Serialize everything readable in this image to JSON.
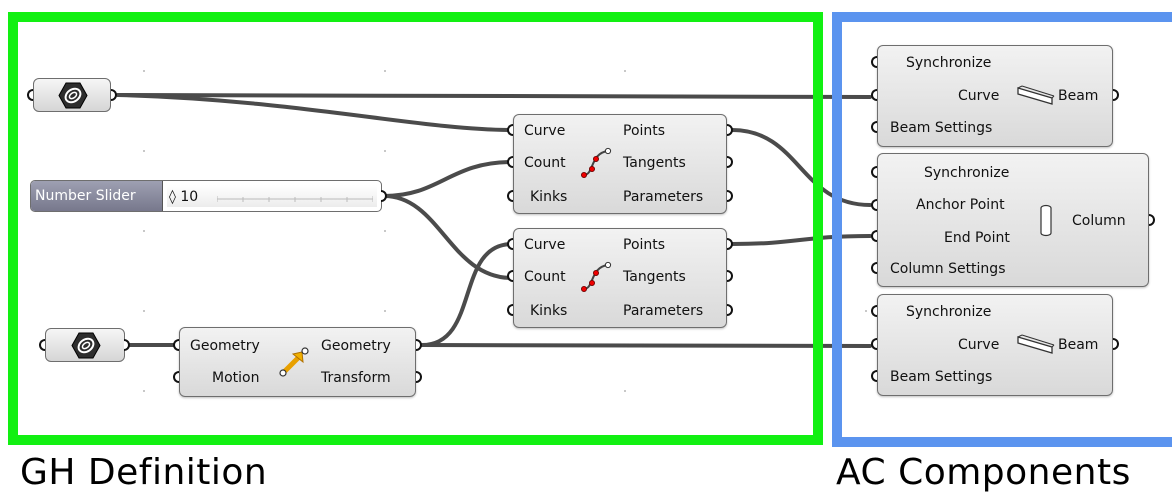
{
  "frames": {
    "gh_label": "GH Definition",
    "ac_label": "AC Components",
    "gh_color": "#12f012",
    "ac_color": "#5b94ef"
  },
  "slider": {
    "label": "Number Slider",
    "value": "◊ 10"
  },
  "divide_1": {
    "inputs": [
      "Curve",
      "Count",
      "Kinks"
    ],
    "outputs": [
      "Points",
      "Tangents",
      "Parameters"
    ]
  },
  "divide_2": {
    "inputs": [
      "Curve",
      "Count",
      "Kinks"
    ],
    "outputs": [
      "Points",
      "Tangents",
      "Parameters"
    ]
  },
  "move": {
    "inputs": [
      "Geometry",
      "Motion"
    ],
    "outputs": [
      "Geometry",
      "Transform"
    ]
  },
  "beam_1": {
    "inputs": [
      "Synchronize",
      "Curve",
      "Beam Settings"
    ],
    "output": "Beam"
  },
  "column": {
    "inputs": [
      "Synchronize",
      "Anchor Point",
      "End Point",
      "Column Settings"
    ],
    "output": "Column"
  },
  "beam_2": {
    "inputs": [
      "Synchronize",
      "Curve",
      "Beam Settings"
    ],
    "output": "Beam"
  },
  "icons": {
    "geometry_param": "geometry-param-icon",
    "divide": "divide-curve-icon",
    "move": "move-icon",
    "beam": "beam-icon",
    "column": "column-icon"
  }
}
